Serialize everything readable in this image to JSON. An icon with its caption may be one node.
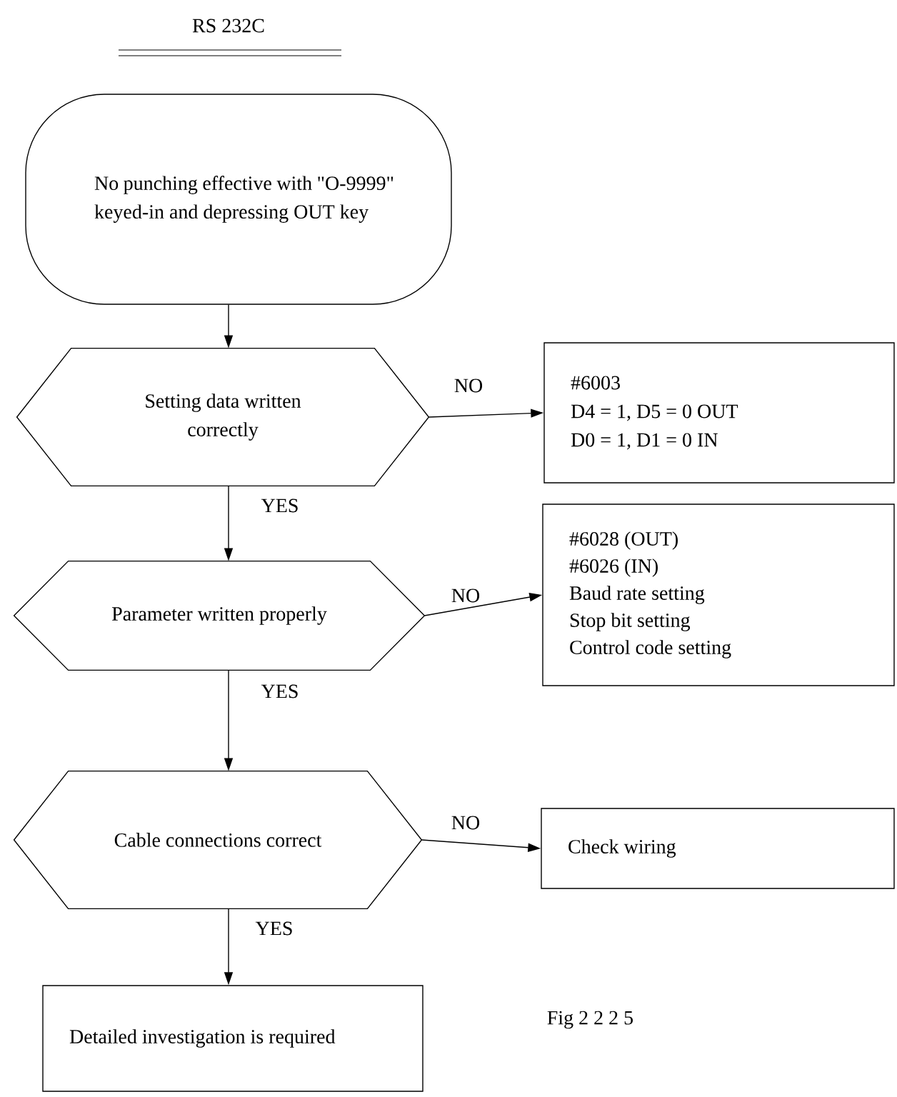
{
  "diagram": {
    "title": "RS 232C",
    "caption": "Fig 2 2 2 5",
    "nodes": [
      {
        "text": [
          "No punching effective with \"O-9999\" keyed-in and depressing OUT key"
        ]
      },
      {
        "text": [
          "Setting data written correctly"
        ]
      },
      {
        "text": [
          "#6003",
          "D4 = 1, D5 = 0 OUT",
          "D0 = 1, D1 = 0 IN"
        ]
      },
      {
        "text": [
          "Parameter written properly"
        ]
      },
      {
        "text": [
          "#6028 (OUT)",
          "#6026 (IN)",
          "Baud rate setting",
          "Stop bit setting",
          "Control code setting"
        ]
      },
      {
        "text": [
          "Cable connections correct"
        ]
      },
      {
        "text": [
          "Check wiring"
        ]
      },
      {
        "text": [
          "Detailed investigation is required"
        ]
      }
    ],
    "edges": [
      {
        "from": 0,
        "to": 1,
        "arrow": "to"
      },
      {
        "from": 1,
        "to": 2,
        "arrow": "to",
        "label": "NO"
      },
      {
        "from": 1,
        "to": 3,
        "arrow": "to",
        "label": "YES"
      },
      {
        "from": 3,
        "to": 4,
        "arrow": "to",
        "label": "NO"
      },
      {
        "from": 3,
        "to": 5,
        "arrow": "to",
        "label": "YES"
      },
      {
        "from": 5,
        "to": 6,
        "arrow": "to",
        "label": "NO"
      },
      {
        "from": 5,
        "to": 7,
        "arrow": "to",
        "label": "YES"
      }
    ]
  }
}
